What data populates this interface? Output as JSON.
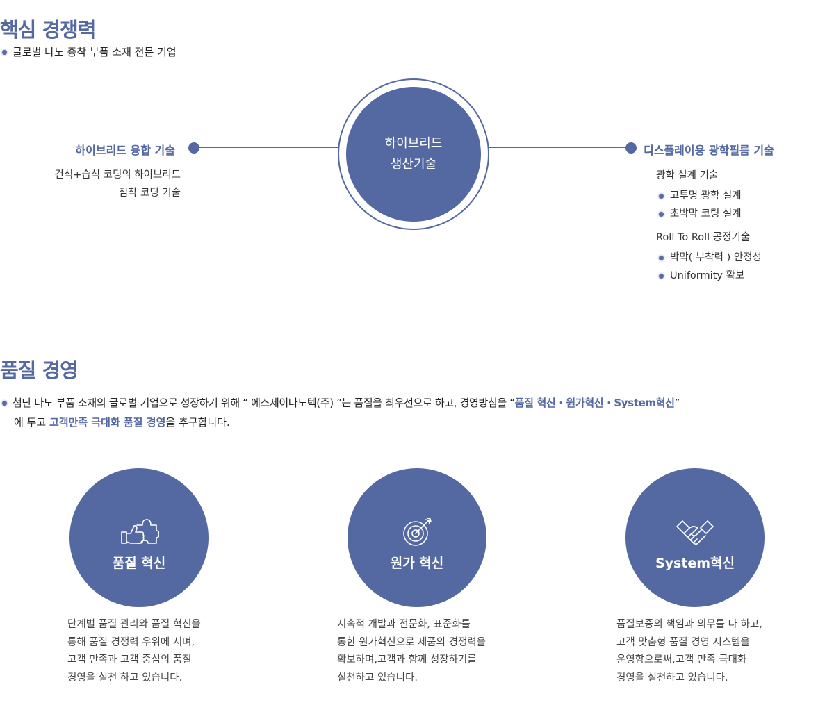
{
  "core": {
    "title": "핵심 경쟁력",
    "intro": "글로벌 나노 증착 부품 소재 전문 기업",
    "center": [
      "하이브리드",
      "생산기술"
    ],
    "left": {
      "title": "하이브리드 융합 기술",
      "lines": [
        "건식+습식 코팅의 하이브리드",
        "점착 코팅 기술"
      ]
    },
    "right": {
      "title": "디스플레이용 광학필름 기술",
      "groups": [
        {
          "heading": "광학 설계 기술",
          "items": [
            "고투명 광학 설계",
            "초박막 코팅 설계"
          ]
        },
        {
          "heading": "Roll To Roll 공정기술",
          "items": [
            "박막( 부착력 ) 안정성",
            "Uniformity 확보"
          ]
        }
      ]
    }
  },
  "quality": {
    "title": "품질 경영",
    "intro": {
      "p1": "첨단 나노 부품 소재의 글로벌 기업으로 성장하기 위해 “ 에스제이나노텍(주) ”는 품질을 최우선으로 하고, 경영방침을 “",
      "h1": "품질 혁신 · 원가혁신 · System혁신",
      "p2": "”",
      "p3": "에 두고 ",
      "h2": "고객만족 극대화 품질 경영",
      "p4": "을 추구합니다."
    },
    "cards": [
      {
        "label": "품질 혁신",
        "icon": "puzzle-thumb-icon",
        "desc": [
          "단계별 품질 관리와 품질 혁신을",
          "통해 품질 경쟁력 우위에 서며,",
          "고객 만족과 고객 중심의 품질",
          "경영을 실천 하고 있습니다."
        ]
      },
      {
        "label": "원가 혁신",
        "icon": "target-arrow-icon",
        "desc": [
          "지속적 개발과 전문화, 표준화를",
          "통한 원가혁신으로 제품의 경쟁력을",
          "확보하며,고객과 함께 성장하기를",
          "실천하고 있습니다."
        ]
      },
      {
        "label": "System혁신",
        "icon": "handshake-icon",
        "desc": [
          "품질보증의 책임과 의무를 다 하고,",
          "고객 맞춤형 품질 경영 시스템을",
          "운영함으로써,고객 만족 극대화",
          "경영을 실천하고 있습니다."
        ]
      }
    ]
  }
}
